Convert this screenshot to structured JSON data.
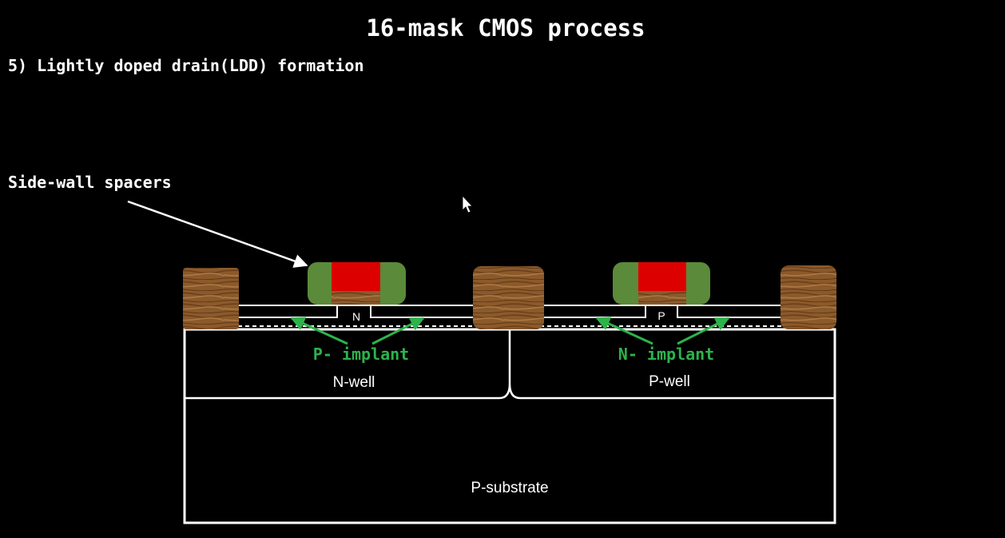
{
  "title": "16-mask CMOS process",
  "step": "5) Lightly doped drain(LDD) formation",
  "annotations": {
    "spacer_label": "Side-wall spacers",
    "left_implant": "P- implant",
    "right_implant": "N- implant"
  },
  "regions": {
    "n_well": "N-well",
    "p_well": "P-well",
    "substrate": "P-substrate",
    "left_gate_doping": "N",
    "right_gate_doping": "P"
  },
  "colors": {
    "background": "#000000",
    "outline": "#ffffff",
    "spacer": "#5a8a3a",
    "gate_poly": "#dd0000",
    "oxide_wood": "#8b5a2b",
    "implant_text": "#2db34a"
  },
  "icons": {
    "cursor": "mouse-pointer-icon"
  }
}
